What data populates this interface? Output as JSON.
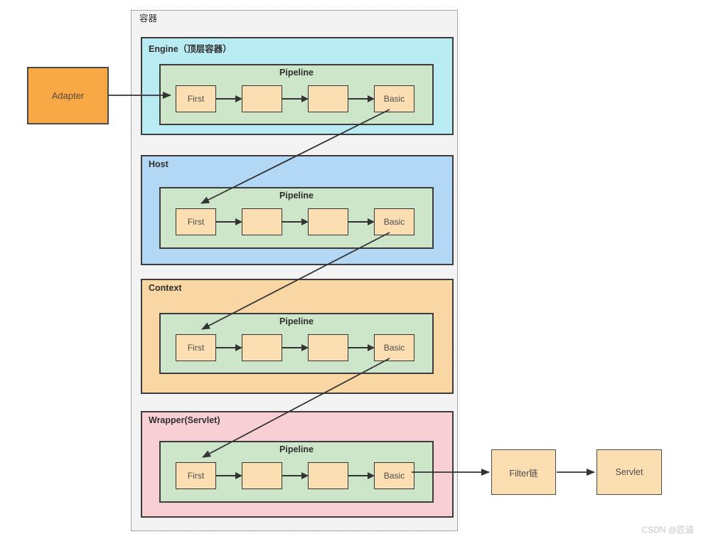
{
  "diagram": {
    "container_label": "容器",
    "watermark": "CSDN @匠道",
    "adapter": {
      "label": "Adapter"
    },
    "filter_chain": {
      "label": "Filter链"
    },
    "servlet": {
      "label": "Servlet"
    },
    "sections": [
      {
        "id": "engine",
        "label": "Engine（顶层容器）",
        "bg": "#B9EBF2",
        "pipeline_label": "Pipeline",
        "valves": [
          "First",
          "",
          "",
          "Basic"
        ]
      },
      {
        "id": "host",
        "label": "Host",
        "bg": "#B3D8F6",
        "pipeline_label": "Pipeline",
        "valves": [
          "First",
          "",
          "",
          "Basic"
        ]
      },
      {
        "id": "context",
        "label": "Context",
        "bg": "#F8D7A4",
        "pipeline_label": "Pipeline",
        "valves": [
          "First",
          "",
          "",
          "Basic"
        ]
      },
      {
        "id": "wrapper",
        "label": "Wrapper(Servlet)",
        "bg": "#F9CFD6",
        "pipeline_label": "Pipeline",
        "valves": [
          "First",
          "",
          "",
          "Basic"
        ]
      }
    ],
    "colors": {
      "container_bg": "#F3F3F3",
      "pipeline_bg": "#CDE6CA",
      "valve_bg": "#FBDFB2",
      "adapter_bg": "#F8A845",
      "box_border": "#3C3C3C",
      "arrow": "#333333",
      "watermark_color": "#C6C6C6"
    }
  }
}
